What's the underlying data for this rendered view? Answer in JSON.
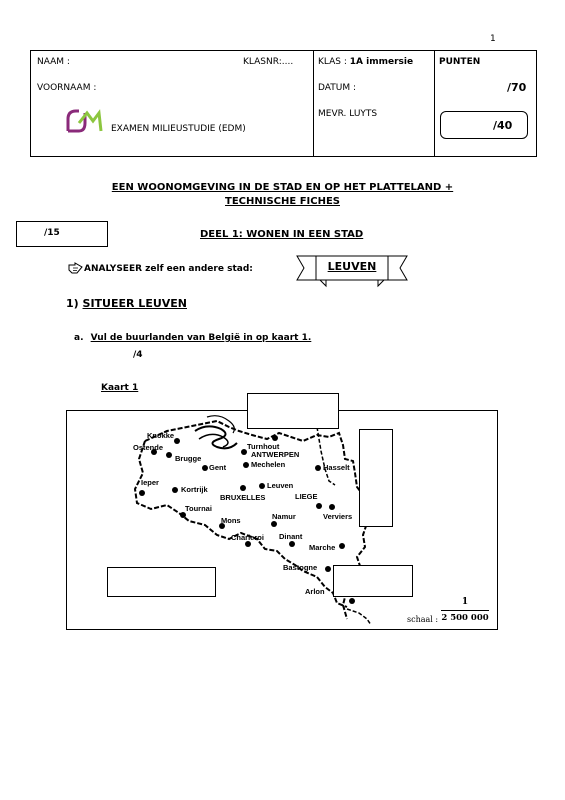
{
  "page_number": "1",
  "header": {
    "naam_label": "NAAM :",
    "klasnr_label": "KLASNR:....",
    "voornaam_label": "VOORNAAM :",
    "exam_title": "EXAMEN MILIEUSTUDIE (EDM)",
    "klas_label": "KLAS :",
    "klas_value": "1A immersie",
    "datum_label": "DATUM :",
    "teacher": "MEVR. LUYTS",
    "punten_label": "PUNTEN",
    "score_total": "/70",
    "score_part": "/40"
  },
  "main_title_line1": "EEN WOONOMGEVING IN DE STAD EN OP HET PLATTELAND +",
  "main_title_line2": "TECHNISCHE FICHES",
  "part": {
    "score": "/15",
    "title": "DEEL 1: WONEN IN EEN STAD"
  },
  "analyse_text": "ANALYSEER zelf een andere stad:",
  "banner_text": "LEUVEN",
  "section1": {
    "number": "1)",
    "title": "SITUEER LEUVEN"
  },
  "question_a": {
    "letter": "a.",
    "text": "Vul de buurlanden van België in op kaart 1.",
    "score": "/4"
  },
  "map": {
    "label": "Kaart 1",
    "scale_label": "schaal :",
    "scale_numerator": "1",
    "scale_denominator": "2 500 000",
    "cities": [
      "Knokke",
      "Ostende",
      "Brugge",
      "Gent",
      "Turnhout",
      "ANTWERPEN",
      "Mechelen",
      "Hasselt",
      "Ieper",
      "Kortrijk",
      "Leuven",
      "BRUXELLES",
      "LIEGE",
      "Verviers",
      "Tournai",
      "Mons",
      "Namur",
      "Charleroi",
      "Dinant",
      "Marche",
      "Bastogne",
      "Arlon"
    ]
  }
}
